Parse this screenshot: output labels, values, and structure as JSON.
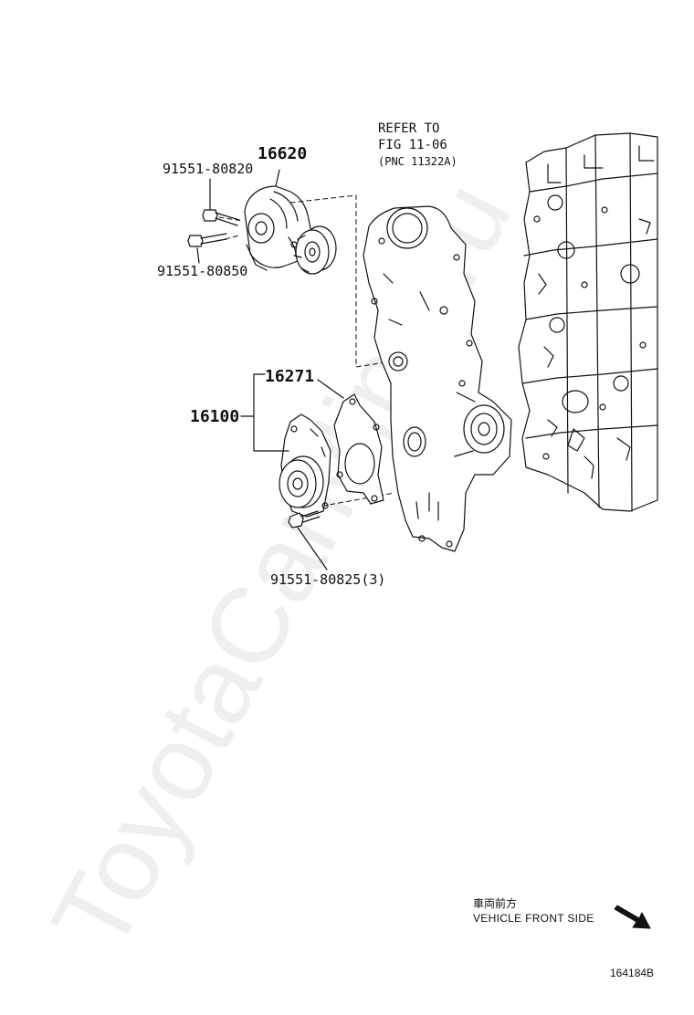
{
  "labels": {
    "p16620": "16620",
    "p91551_80820": "91551-80820",
    "p91551_80850": "91551-80850",
    "p16271": "16271",
    "p16100": "16100",
    "p91551_80825": "91551-80825(3)"
  },
  "refer": {
    "line1": "REFER TO",
    "line2": "FIG 11-06",
    "line3": "(PNC 11322A)"
  },
  "front": {
    "japanese": "車両前方",
    "english": "VEHICLE FRONT SIDE"
  },
  "figure_id": "164184B",
  "watermark": "ToyotaCarMine.ru"
}
